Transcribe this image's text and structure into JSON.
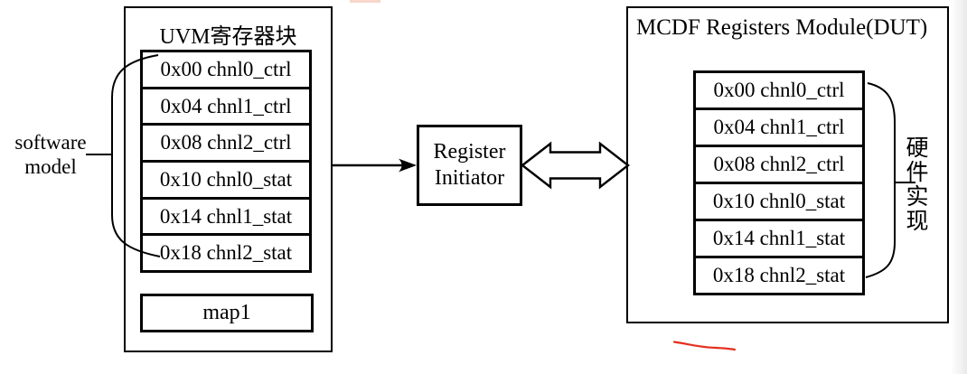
{
  "colors": {
    "ink": "#000000",
    "annotation_red": "#e5301f",
    "faint_red": "#f2b49f"
  },
  "uvm_block": {
    "title": "UVM寄存器块",
    "registers": [
      "0x00 chnl0_ctrl",
      "0x04 chnl1_ctrl",
      "0x08 chnl2_ctrl",
      "0x10 chnl0_stat",
      "0x14 chnl1_stat",
      "0x18 chnl2_stat"
    ],
    "map_label": "map1"
  },
  "initiator": {
    "line1": "Register",
    "line2": "Initiator"
  },
  "dut_block": {
    "title": "MCDF Registers Module(DUT)",
    "registers": [
      "0x00 chnl0_ctrl",
      "0x04 chnl1_ctrl",
      "0x08 chnl2_ctrl",
      "0x10 chnl0_stat",
      "0x14 chnl1_stat",
      "0x18 chnl2_stat"
    ]
  },
  "labels": {
    "software_line1": "software",
    "software_line2": "model",
    "hardware_impl": "硬件实现"
  }
}
